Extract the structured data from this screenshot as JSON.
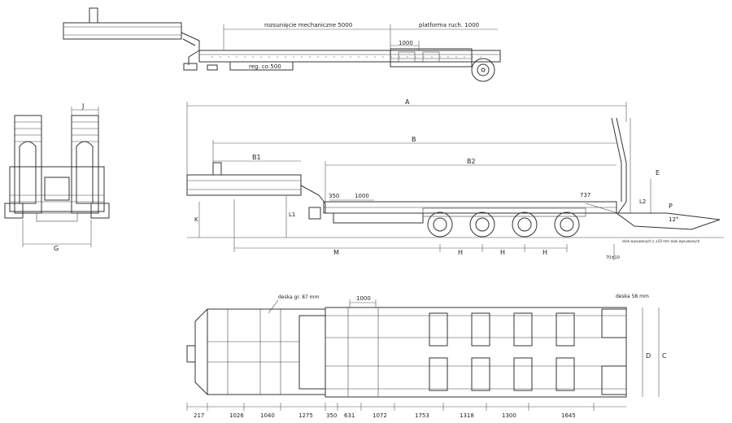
{
  "top_view": {
    "telescopic_label": "rozsunięcie mechaniczne 5000",
    "platform_label": "platforma ruch. 1000",
    "platform_dim": "1000",
    "regulation_label": "reg. co 500"
  },
  "front_view": {
    "dim_j": "J",
    "dim_g": "G"
  },
  "side_view": {
    "dim_a": "A",
    "dim_b": "B",
    "dim_b1": "B1",
    "dim_b2": "B2",
    "dim_e": "E",
    "dim_p": "P",
    "dim_m": "M",
    "dim_h": [
      "H",
      "H",
      "H"
    ],
    "dim_k": "K",
    "dim_l1": "L1",
    "dim_350": "350",
    "dim_1000": "1000",
    "dim_737": "737",
    "angle_label": "12°",
    "dim_l2": "L2",
    "note_text": "skok wysuwanych z ±50 mm\nskok wysuwanych",
    "ground_dim": "70±10"
  },
  "plan_view": {
    "deck_label": "deska gr. 87 mm",
    "deck_label_right": "deska 58 mm",
    "top_dim": "1000",
    "right_dims": [
      "D",
      "C"
    ],
    "bottom_dims": [
      "217",
      "1026",
      "1040",
      "1275",
      "350",
      "631",
      "1072",
      "1753",
      "1318",
      "1300",
      "1645"
    ]
  }
}
